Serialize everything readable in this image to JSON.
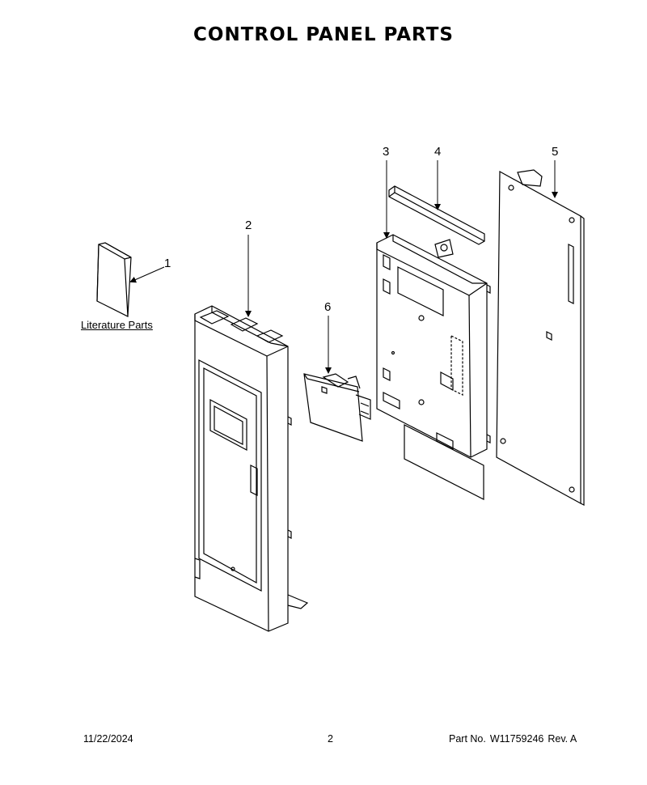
{
  "title": "CONTROL PANEL PARTS",
  "callouts": {
    "c1": "1",
    "c2": "2",
    "c3": "3",
    "c4": "4",
    "c5": "5",
    "c6": "6"
  },
  "literature_label": "Literature Parts",
  "footer": {
    "date": "11/22/2024",
    "page": "2",
    "part_prefix": "Part No.",
    "part_number": "W11759246",
    "revision": "Rev.  A"
  }
}
